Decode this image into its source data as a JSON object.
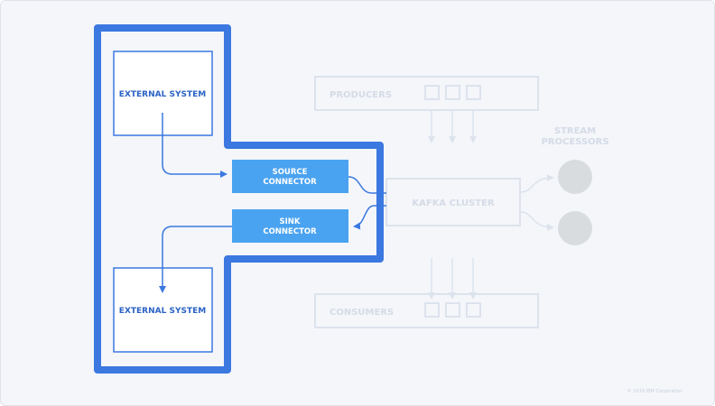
{
  "colors": {
    "accent": "#3b78e0",
    "connector_fill": "#4aa3f0",
    "faded_stroke": "#dde3ed",
    "faded_text": "#d5dbe6",
    "faded_node": "#d9dcdf"
  },
  "highlight": {
    "external_top": "EXTERNAL SYSTEM",
    "external_bottom": "EXTERNAL SYSTEM",
    "source_line1": "SOURCE",
    "source_line2": "CONNECTOR",
    "sink_line1": "SINK",
    "sink_line2": "CONNECTOR"
  },
  "background": {
    "producers": "PRODUCERS",
    "consumers": "CONSUMERS",
    "kafka_cluster": "KAFKA CLUSTER",
    "stream_line1": "STREAM",
    "stream_line2": "PROCESSORS",
    "copyright": "© 2019 IBM Corporation"
  }
}
